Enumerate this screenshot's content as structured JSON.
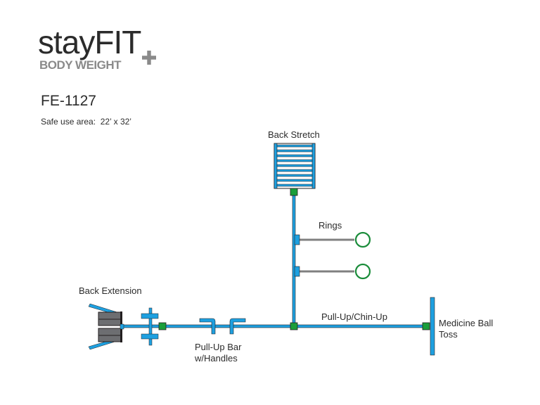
{
  "logo": {
    "brand_main": "stayFIT",
    "brand_sub": "BODY WEIGHT",
    "plus_icon": "plus-icon"
  },
  "header": {
    "model": "FE-1127",
    "safe_use_area": "Safe use area:  22’ x 32’"
  },
  "stations": {
    "back_stretch": "Back Stretch",
    "rings": "Rings",
    "back_extension": "Back Extension",
    "pull_up_bar_line1": "Pull-Up Bar",
    "pull_up_bar_line2": "w/Handles",
    "pull_up_chin_up": "Pull-Up/Chin-Up",
    "medicine_ball_line1": "Medicine Ball",
    "medicine_ball_line2": "Toss"
  },
  "colors": {
    "frame_blue": "#1ea0e0",
    "connector_green": "#1a9e3a",
    "pad_gray": "#6d6e71",
    "outline": "#231f20",
    "rope_gray": "#808080",
    "ring_green": "#1a8c3a"
  }
}
